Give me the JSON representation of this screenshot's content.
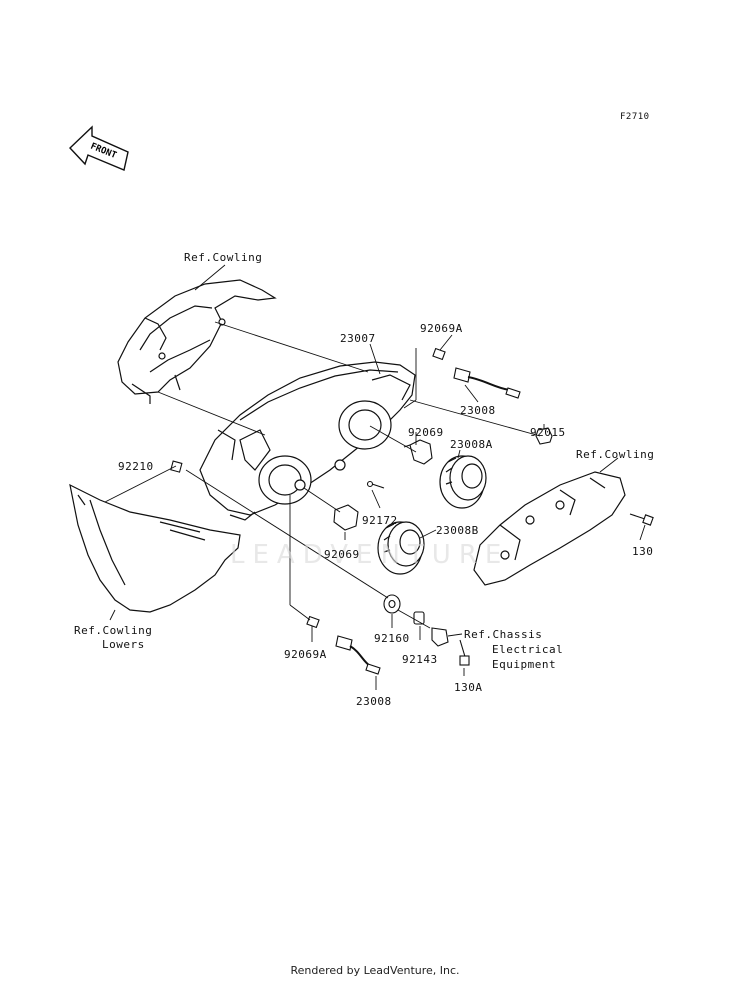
{
  "figure_code": "F2710",
  "front_arrow": {
    "text": "FRONT"
  },
  "watermark": "LEADVENTURE",
  "footer": "Rendered by LeadVenture, Inc.",
  "labels": {
    "ref_cowling_top": "Ref.Cowling",
    "p23007": "23007",
    "p92069A_top": "92069A",
    "p23008_top": "23008",
    "p92069_right": "92069",
    "p23008A": "23008A",
    "p92015": "92015",
    "ref_cowling_right": "Ref.Cowling",
    "p92210": "92210",
    "p92172": "92172",
    "p23008B": "23008B",
    "p92069_low": "92069",
    "p130": "130",
    "ref_cowling_lowers_1": "Ref.Cowling",
    "ref_cowling_lowers_2": "Lowers",
    "p92160": "92160",
    "p92143": "92143",
    "ref_chassis_1": "Ref.Chassis",
    "ref_chassis_2": "Electrical",
    "ref_chassis_3": "Equipment",
    "p92069A_bottom": "92069A",
    "p130A": "130A",
    "p23008_bottom": "23008"
  }
}
